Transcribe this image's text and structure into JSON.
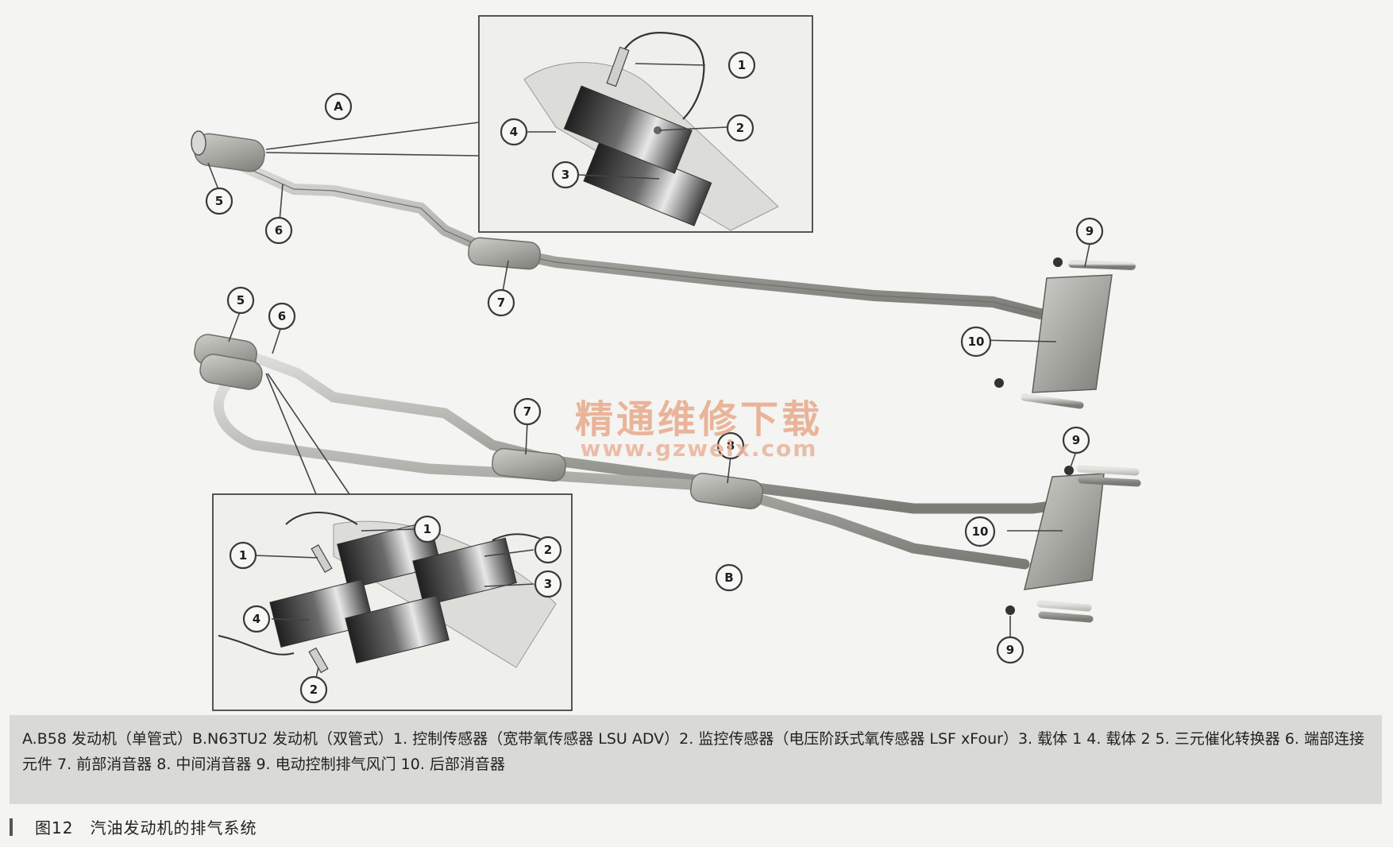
{
  "callouts": {
    "A": "A",
    "B": "B",
    "n1": "1",
    "n2": "2",
    "n3": "3",
    "n4": "4",
    "n5": "5",
    "n6": "6",
    "n7": "7",
    "n8": "8",
    "n9": "9",
    "n10": "10"
  },
  "watermark": {
    "title": "精通维修下载",
    "url": "www.gzweix.com"
  },
  "legend_text": "A.B58 发动机（单管式）B.N63TU2 发动机（双管式）1. 控制传感器（宽带氧传感器 LSU ADV）2. 监控传感器（电压阶跃式氧传感器 LSF xFour）3. 载体 1 4. 载体 2 5. 三元催化转换器 6. 端部连接元件 7. 前部消音器 8. 中间消音器 9. 电动控制排气风门 10. 后部消音器",
  "caption": "图12　汽油发动机的排气系统",
  "colors": {
    "pipe": "#b9b9b5",
    "pipe_edge": "#7d7d78",
    "carrier_dark": "#2e2e2e",
    "carrier_light": "#d8d8d8",
    "legend_bg": "#d9d9d7",
    "watermark": "#e8a98a"
  }
}
